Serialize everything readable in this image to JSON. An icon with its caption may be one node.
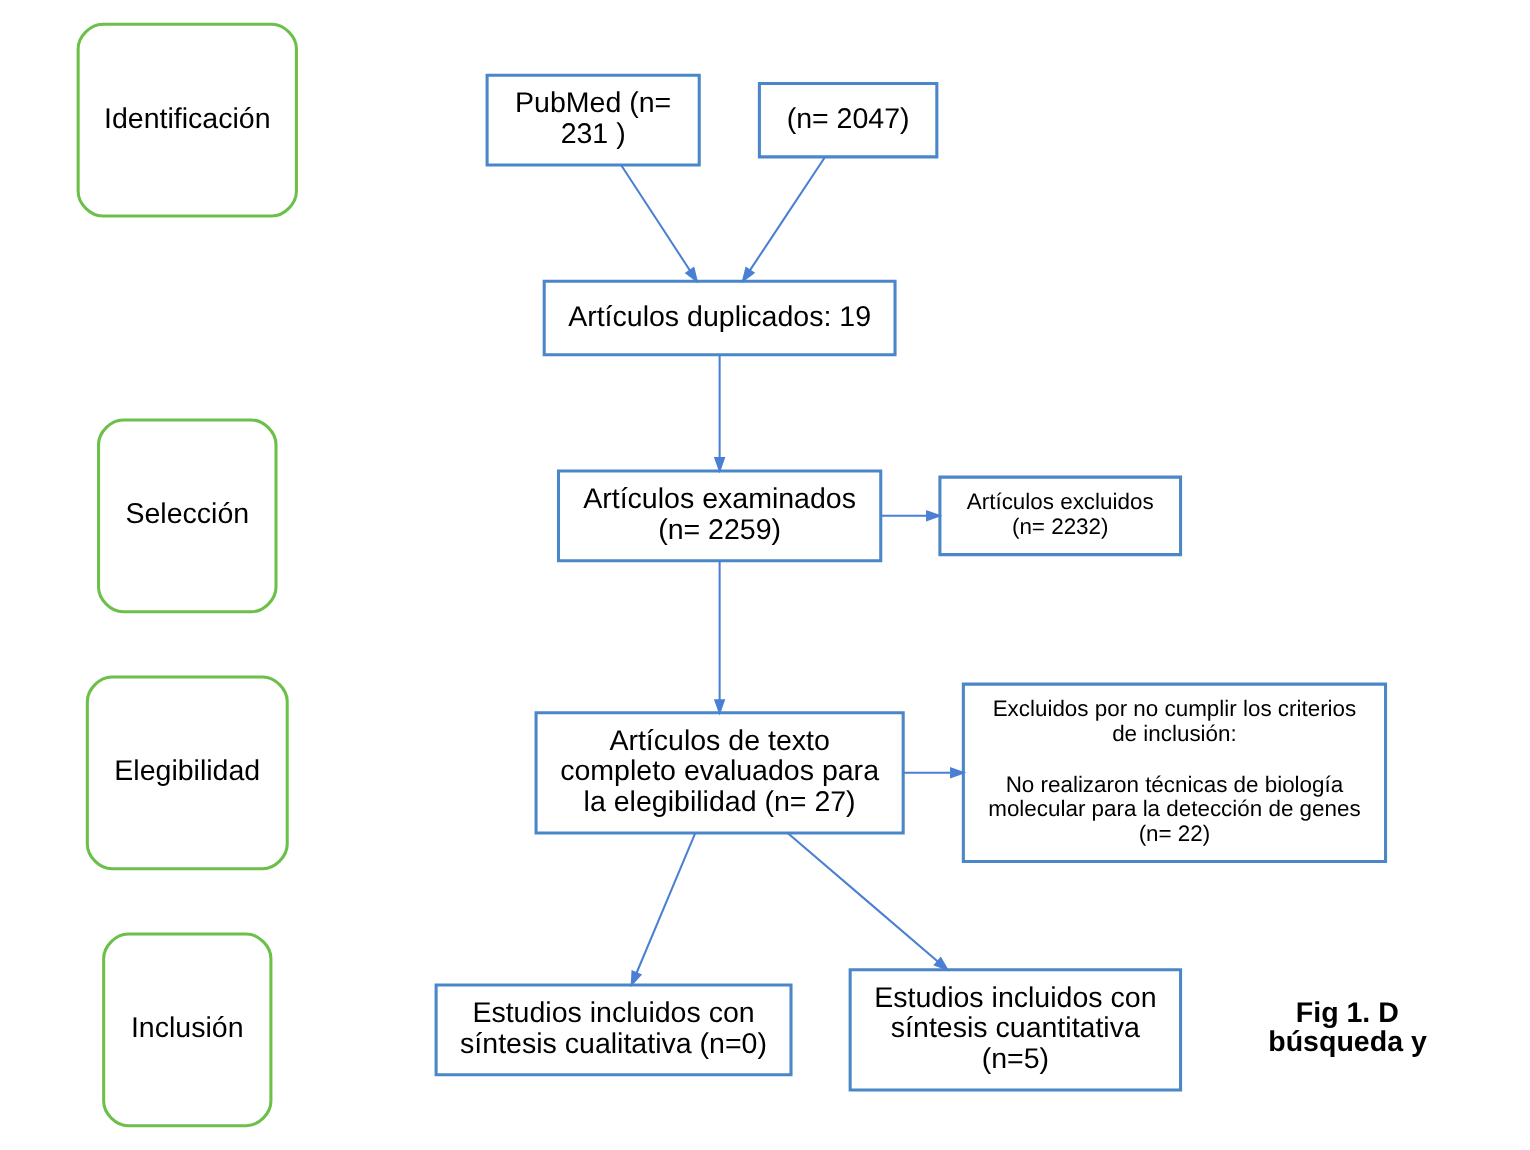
{
  "diagram": {
    "nodes": [
      {
        "text": [
          "Identificación"
        ]
      },
      {
        "text": [
          "Selección"
        ]
      },
      {
        "text": [
          "Elegibilidad"
        ]
      },
      {
        "text": [
          "Inclusión"
        ]
      },
      {
        "text": [
          "PubMed (n= 231 )"
        ]
      },
      {
        "text": [
          "(n= 2047)"
        ]
      },
      {
        "text": [
          "Artículos duplicados: 19"
        ]
      },
      {
        "text": [
          "Artículos examinados (n= 2259)"
        ]
      },
      {
        "text": [
          "Artículos excluidos (n= 2232)"
        ]
      },
      {
        "text": [
          "Artículos de texto completo evaluados para la elegibilidad (n= 27)"
        ]
      },
      {
        "text": [
          "Excluidos por no cumplir los criterios de inclusión:",
          "No realizaron técnicas de biología molecular para la detección de genes (n= 22)"
        ]
      },
      {
        "text": [
          "Estudios incluidos con síntesis cualitativa (n=0)"
        ]
      },
      {
        "text": [
          "Estudios incluidos con síntesis cuantitativa (n=5)"
        ]
      }
    ],
    "edges": [
      {
        "from": 4,
        "to": 6,
        "arrow": "to"
      },
      {
        "from": 5,
        "to": 6,
        "arrow": "to"
      },
      {
        "from": 6,
        "to": 7,
        "arrow": "to"
      },
      {
        "from": 7,
        "to": 8,
        "arrow": "to"
      },
      {
        "from": 7,
        "to": 9,
        "arrow": "to"
      },
      {
        "from": 9,
        "to": 10,
        "arrow": "to"
      },
      {
        "from": 9,
        "to": 11,
        "arrow": "to"
      },
      {
        "from": 9,
        "to": 12,
        "arrow": "to"
      }
    ],
    "labels": [
      "Fig 1. D",
      "búsqueda y"
    ]
  }
}
